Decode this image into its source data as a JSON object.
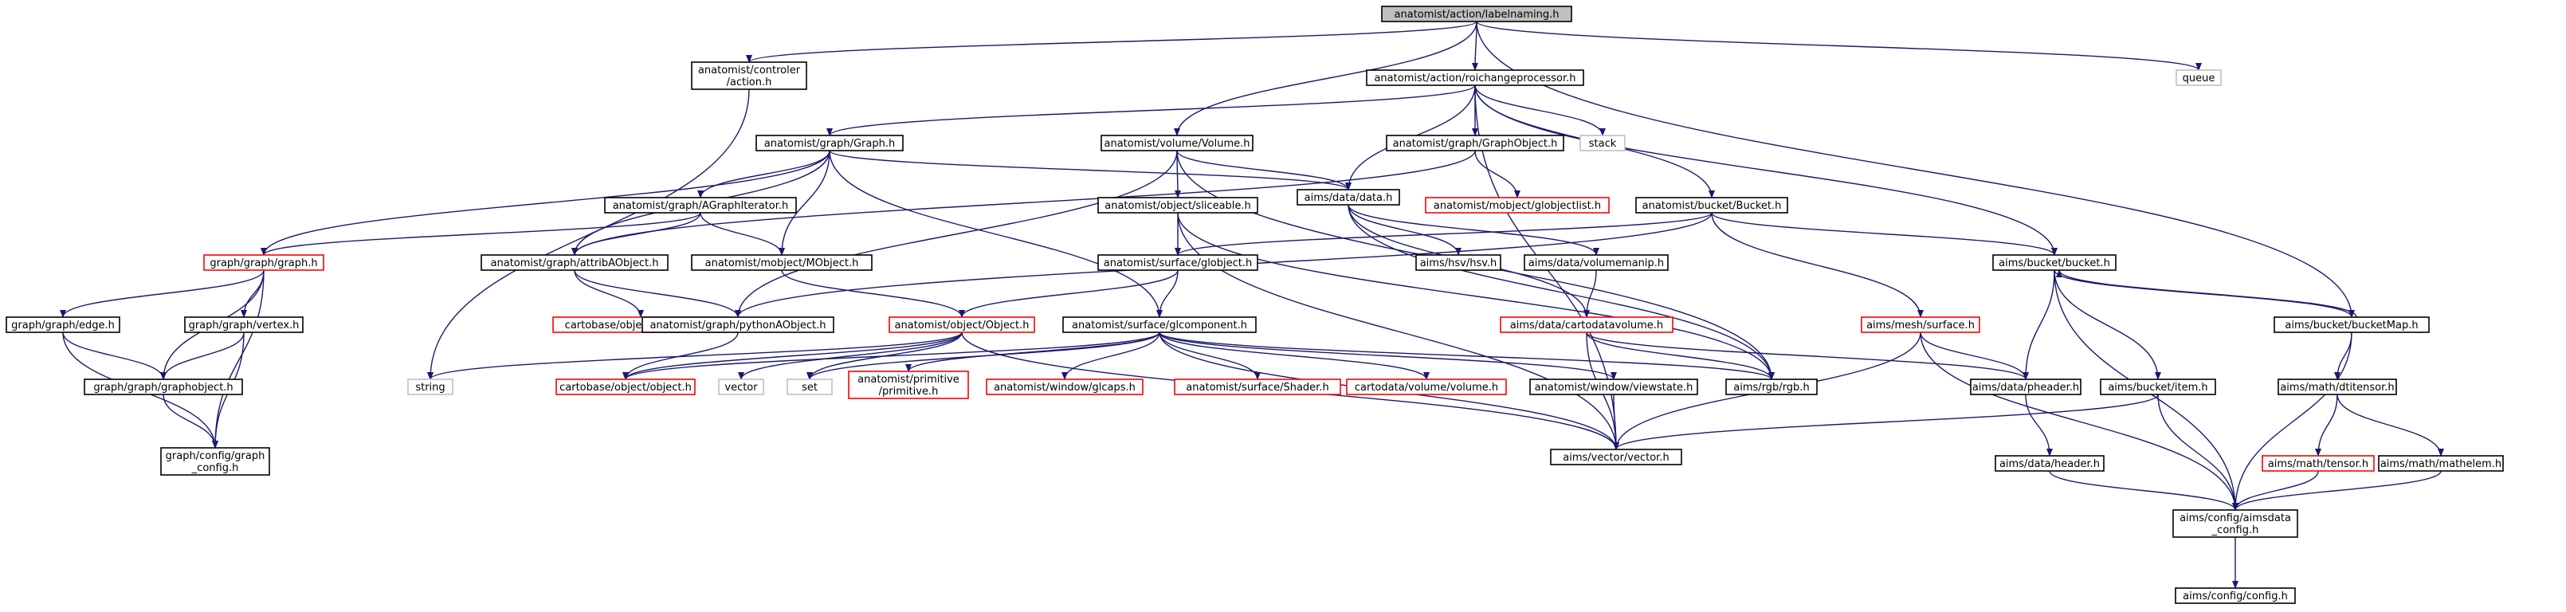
{
  "colors": {
    "root_fill": "#bfbfbf",
    "normal_border": "#000000",
    "missing_border": "#ff0000",
    "external_border": "#bfbfbf",
    "edge": "#191970",
    "text": "#000000"
  },
  "nodes": [
    {
      "id": "labelnaming",
      "lines": [
        "anatomist/action/labelnaming.h"
      ],
      "style": "root"
    },
    {
      "id": "controler_action",
      "lines": [
        "anatomist/controler",
        "/action.h"
      ],
      "style": "normal"
    },
    {
      "id": "roichange",
      "lines": [
        "anatomist/action/roichangeprocessor.h"
      ],
      "style": "normal"
    },
    {
      "id": "queue",
      "lines": [
        "queue"
      ],
      "style": "external"
    },
    {
      "id": "graph_h",
      "lines": [
        "anatomist/graph/Graph.h"
      ],
      "style": "normal"
    },
    {
      "id": "volume_h",
      "lines": [
        "anatomist/volume/Volume.h"
      ],
      "style": "normal"
    },
    {
      "id": "graphobject_h",
      "lines": [
        "anatomist/graph/GraphObject.h"
      ],
      "style": "normal"
    },
    {
      "id": "stack",
      "lines": [
        "stack"
      ],
      "style": "external"
    },
    {
      "id": "agraphiter",
      "lines": [
        "anatomist/graph/AGraphIterator.h"
      ],
      "style": "normal"
    },
    {
      "id": "sliceable",
      "lines": [
        "anatomist/object/sliceable.h"
      ],
      "style": "normal"
    },
    {
      "id": "aims_data",
      "lines": [
        "aims/data/data.h"
      ],
      "style": "normal"
    },
    {
      "id": "globjectlist",
      "lines": [
        "anatomist/mobject/globjectlist.h"
      ],
      "style": "missing"
    },
    {
      "id": "bucket_h",
      "lines": [
        "anatomist/bucket/Bucket.h"
      ],
      "style": "normal"
    },
    {
      "id": "gg_graph",
      "lines": [
        "graph/graph/graph.h"
      ],
      "style": "missing"
    },
    {
      "id": "attribaobject",
      "lines": [
        "anatomist/graph/attribAObject.h"
      ],
      "style": "normal"
    },
    {
      "id": "mobject",
      "lines": [
        "anatomist/mobject/MObject.h"
      ],
      "style": "normal"
    },
    {
      "id": "globject",
      "lines": [
        "anatomist/surface/globject.h"
      ],
      "style": "normal"
    },
    {
      "id": "hsv",
      "lines": [
        "aims/hsv/hsv.h"
      ],
      "style": "normal"
    },
    {
      "id": "volumemanip",
      "lines": [
        "aims/data/volumemanip.h"
      ],
      "style": "normal"
    },
    {
      "id": "aims_bucket",
      "lines": [
        "aims/bucket/bucket.h"
      ],
      "style": "normal"
    },
    {
      "id": "gg_edge",
      "lines": [
        "graph/graph/edge.h"
      ],
      "style": "normal"
    },
    {
      "id": "gg_vertex",
      "lines": [
        "graph/graph/vertex.h"
      ],
      "style": "normal"
    },
    {
      "id": "cb_attributed",
      "lines": [
        "cartobase/object/attributed.h"
      ],
      "style": "missing"
    },
    {
      "id": "pythonaobject",
      "lines": [
        "anatomist/graph/pythonAObject.h"
      ],
      "style": "normal"
    },
    {
      "id": "an_object",
      "lines": [
        "anatomist/object/Object.h"
      ],
      "style": "missing"
    },
    {
      "id": "glcomponent",
      "lines": [
        "anatomist/surface/glcomponent.h"
      ],
      "style": "normal"
    },
    {
      "id": "cartodatavolume",
      "lines": [
        "aims/data/cartodatavolume.h"
      ],
      "style": "missing"
    },
    {
      "id": "mesh_surface",
      "lines": [
        "aims/mesh/surface.h"
      ],
      "style": "missing"
    },
    {
      "id": "bucketmap",
      "lines": [
        "aims/bucket/bucketMap.h"
      ],
      "style": "normal"
    },
    {
      "id": "gg_graphobject",
      "lines": [
        "graph/graph/graphobject.h"
      ],
      "style": "normal"
    },
    {
      "id": "string",
      "lines": [
        "string"
      ],
      "style": "external"
    },
    {
      "id": "cb_object",
      "lines": [
        "cartobase/object/object.h"
      ],
      "style": "missing"
    },
    {
      "id": "vector",
      "lines": [
        "vector"
      ],
      "style": "external"
    },
    {
      "id": "set",
      "lines": [
        "set"
      ],
      "style": "external"
    },
    {
      "id": "primitive",
      "lines": [
        "anatomist/primitive",
        "/primitive.h"
      ],
      "style": "missing"
    },
    {
      "id": "glcaps",
      "lines": [
        "anatomist/window/glcaps.h"
      ],
      "style": "missing"
    },
    {
      "id": "shader",
      "lines": [
        "anatomist/surface/Shader.h"
      ],
      "style": "missing"
    },
    {
      "id": "cd_volume",
      "lines": [
        "cartodata/volume/volume.h"
      ],
      "style": "missing"
    },
    {
      "id": "viewstate",
      "lines": [
        "anatomist/window/viewstate.h"
      ],
      "style": "normal"
    },
    {
      "id": "rgb",
      "lines": [
        "aims/rgb/rgb.h"
      ],
      "style": "normal"
    },
    {
      "id": "pheader",
      "lines": [
        "aims/data/pheader.h"
      ],
      "style": "normal"
    },
    {
      "id": "bucket_item",
      "lines": [
        "aims/bucket/item.h"
      ],
      "style": "normal"
    },
    {
      "id": "dtitensor",
      "lines": [
        "aims/math/dtitensor.h"
      ],
      "style": "normal"
    },
    {
      "id": "gc_graph_config",
      "lines": [
        "graph/config/graph",
        "_config.h"
      ],
      "style": "normal"
    },
    {
      "id": "aims_vector",
      "lines": [
        "aims/vector/vector.h"
      ],
      "style": "normal"
    },
    {
      "id": "data_header",
      "lines": [
        "aims/data/header.h"
      ],
      "style": "normal"
    },
    {
      "id": "math_tensor",
      "lines": [
        "aims/math/tensor.h"
      ],
      "style": "missing"
    },
    {
      "id": "mathelem",
      "lines": [
        "aims/math/mathelem.h"
      ],
      "style": "normal"
    },
    {
      "id": "aimsdata_config",
      "lines": [
        "aims/config/aimsdata",
        "_config.h"
      ],
      "style": "normal"
    },
    {
      "id": "aims_config",
      "lines": [
        "aims/config/config.h"
      ],
      "style": "normal"
    }
  ],
  "edges": [
    [
      "labelnaming",
      "controler_action"
    ],
    [
      "labelnaming",
      "roichange"
    ],
    [
      "labelnaming",
      "queue"
    ],
    [
      "labelnaming",
      "volume_h"
    ],
    [
      "labelnaming",
      "bucketmap"
    ],
    [
      "controler_action",
      "string"
    ],
    [
      "roichange",
      "graph_h"
    ],
    [
      "roichange",
      "graphobject_h"
    ],
    [
      "roichange",
      "stack"
    ],
    [
      "roichange",
      "aims_data"
    ],
    [
      "roichange",
      "bucket_h"
    ],
    [
      "roichange",
      "aims_bucket"
    ],
    [
      "roichange",
      "aims_vector"
    ],
    [
      "graph_h",
      "gg_graph"
    ],
    [
      "graph_h",
      "agraphiter"
    ],
    [
      "graph_h",
      "attribaobject"
    ],
    [
      "graph_h",
      "mobject"
    ],
    [
      "graph_h",
      "aims_data"
    ],
    [
      "graph_h",
      "glcomponent"
    ],
    [
      "volume_h",
      "sliceable"
    ],
    [
      "volume_h",
      "aims_data"
    ],
    [
      "volume_h",
      "pythonaobject"
    ],
    [
      "volume_h",
      "rgb"
    ],
    [
      "graphobject_h",
      "attribaobject"
    ],
    [
      "graphobject_h",
      "globjectlist"
    ],
    [
      "agraphiter",
      "gg_graph"
    ],
    [
      "agraphiter",
      "attribaobject"
    ],
    [
      "agraphiter",
      "mobject"
    ],
    [
      "sliceable",
      "globject"
    ],
    [
      "sliceable",
      "rgb"
    ],
    [
      "sliceable",
      "aims_vector"
    ],
    [
      "aims_data",
      "hsv"
    ],
    [
      "aims_data",
      "volumemanip"
    ],
    [
      "aims_data",
      "cartodatavolume"
    ],
    [
      "aims_data",
      "rgb"
    ],
    [
      "bucket_h",
      "globject"
    ],
    [
      "bucket_h",
      "pythonaobject"
    ],
    [
      "bucket_h",
      "aims_bucket"
    ],
    [
      "bucket_h",
      "mesh_surface"
    ],
    [
      "gg_graph",
      "gg_edge"
    ],
    [
      "gg_graph",
      "gg_vertex"
    ],
    [
      "gg_graph",
      "gg_graphobject"
    ],
    [
      "gg_graph",
      "gc_graph_config"
    ],
    [
      "attribaobject",
      "cb_attributed"
    ],
    [
      "attribaobject",
      "pythonaobject"
    ],
    [
      "mobject",
      "an_object"
    ],
    [
      "globject",
      "an_object"
    ],
    [
      "globject",
      "glcomponent"
    ],
    [
      "volumemanip",
      "cartodatavolume"
    ],
    [
      "aims_bucket",
      "bucketmap"
    ],
    [
      "aims_bucket",
      "pheader"
    ],
    [
      "aims_bucket",
      "bucket_item"
    ],
    [
      "aims_bucket",
      "aimsdata_config"
    ],
    [
      "gg_edge",
      "gg_graphobject"
    ],
    [
      "gg_edge",
      "gc_graph_config"
    ],
    [
      "gg_vertex",
      "gg_graphobject"
    ],
    [
      "gg_vertex",
      "gc_graph_config"
    ],
    [
      "pythonaobject",
      "cb_object"
    ],
    [
      "an_object",
      "string"
    ],
    [
      "an_object",
      "cb_object"
    ],
    [
      "an_object",
      "vector"
    ],
    [
      "an_object",
      "set"
    ],
    [
      "an_object",
      "aims_vector"
    ],
    [
      "glcomponent",
      "cb_object"
    ],
    [
      "glcomponent",
      "set"
    ],
    [
      "glcomponent",
      "primitive"
    ],
    [
      "glcomponent",
      "glcaps"
    ],
    [
      "glcomponent",
      "shader"
    ],
    [
      "glcomponent",
      "cd_volume"
    ],
    [
      "glcomponent",
      "viewstate"
    ],
    [
      "glcomponent",
      "rgb"
    ],
    [
      "glcomponent",
      "aims_vector"
    ],
    [
      "cartodatavolume",
      "rgb"
    ],
    [
      "cartodatavolume",
      "pheader"
    ],
    [
      "cartodatavolume",
      "aims_vector"
    ],
    [
      "mesh_surface",
      "pheader"
    ],
    [
      "mesh_surface",
      "aims_vector"
    ],
    [
      "mesh_surface",
      "aimsdata_config"
    ],
    [
      "bucketmap",
      "aims_bucket"
    ],
    [
      "bucketmap",
      "dtitensor"
    ],
    [
      "bucketmap",
      "aimsdata_config"
    ],
    [
      "gg_graphobject",
      "gc_graph_config"
    ],
    [
      "viewstate",
      "aims_vector"
    ],
    [
      "pheader",
      "data_header"
    ],
    [
      "bucket_item",
      "aims_vector"
    ],
    [
      "bucket_item",
      "aimsdata_config"
    ],
    [
      "dtitensor",
      "math_tensor"
    ],
    [
      "dtitensor",
      "mathelem"
    ],
    [
      "data_header",
      "aimsdata_config"
    ],
    [
      "math_tensor",
      "aimsdata_config"
    ],
    [
      "mathelem",
      "aimsdata_config"
    ],
    [
      "aimsdata_config",
      "aims_config"
    ]
  ]
}
